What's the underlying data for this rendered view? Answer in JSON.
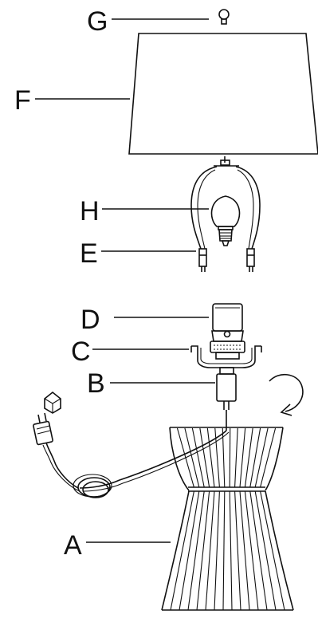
{
  "labels": {
    "G": "G",
    "F": "F",
    "H": "H",
    "E": "E",
    "D": "D",
    "C": "C",
    "B": "B",
    "A": "A"
  },
  "colors": {
    "line": "#111111",
    "background": "#ffffff"
  },
  "parts": [
    "finial-icon",
    "lamp-shade",
    "harp",
    "light-bulb-icon",
    "socket",
    "harp-saddle",
    "harp-holder",
    "lamp-base",
    "power-cord",
    "plug-icon",
    "rotation-arrow-icon"
  ]
}
